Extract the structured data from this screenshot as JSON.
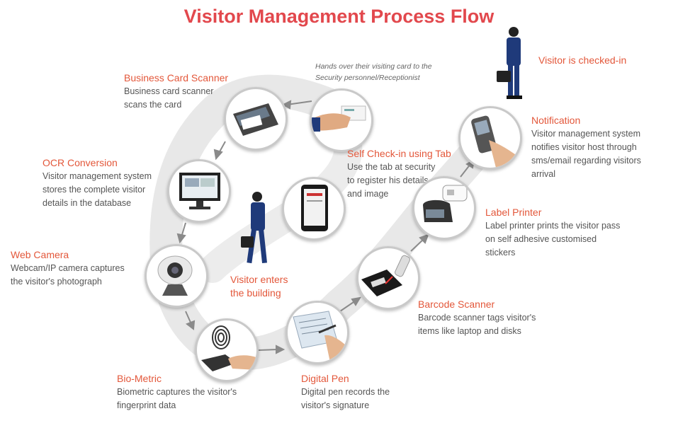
{
  "title": "Visitor Management Process Flow",
  "note": "Hands over their visiting card to the Security personnel/Receptionist",
  "steps": {
    "checked_in": {
      "title": "Visitor is checked-in"
    },
    "notification": {
      "title": "Notification",
      "desc": [
        "Visitor management system",
        "notifies visitor host through",
        "sms/email regarding visitors",
        "arrival"
      ]
    },
    "business_card": {
      "title": "Business Card Scanner",
      "desc": [
        "Business card scanner",
        "scans the card"
      ]
    },
    "self_checkin": {
      "title": "Self Check-in using Tab",
      "desc": [
        "Use the tab at security",
        "to register his details",
        "and image"
      ]
    },
    "ocr": {
      "title": "OCR Conversion",
      "desc": [
        "Visitor management system",
        "stores the complete visitor",
        "details in the database"
      ]
    },
    "label_printer": {
      "title": "Label Printer",
      "desc": [
        "Label printer prints the visitor pass",
        "on self adhesive customised",
        "stickers"
      ]
    },
    "web_camera": {
      "title": "Web Camera",
      "desc": [
        "Webcam/IP camera captures",
        "the visitor's photograph"
      ]
    },
    "visitor_enters": {
      "title": [
        "Visitor enters",
        "the building"
      ]
    },
    "barcode": {
      "title": "Barcode Scanner",
      "desc": [
        "Barcode scanner tags visitor's",
        "items like laptop and disks"
      ]
    },
    "biometric": {
      "title": "Bio-Metric",
      "desc": [
        "Biometric captures the visitor's",
        "fingerprint data"
      ]
    },
    "digital_pen": {
      "title": "Digital Pen",
      "desc": [
        "Digital pen records the",
        "visitor's signature"
      ]
    }
  },
  "colors": {
    "title": "#e2484d",
    "heading": "#e3573a",
    "text": "#555555",
    "path": "#e6e6e6"
  }
}
